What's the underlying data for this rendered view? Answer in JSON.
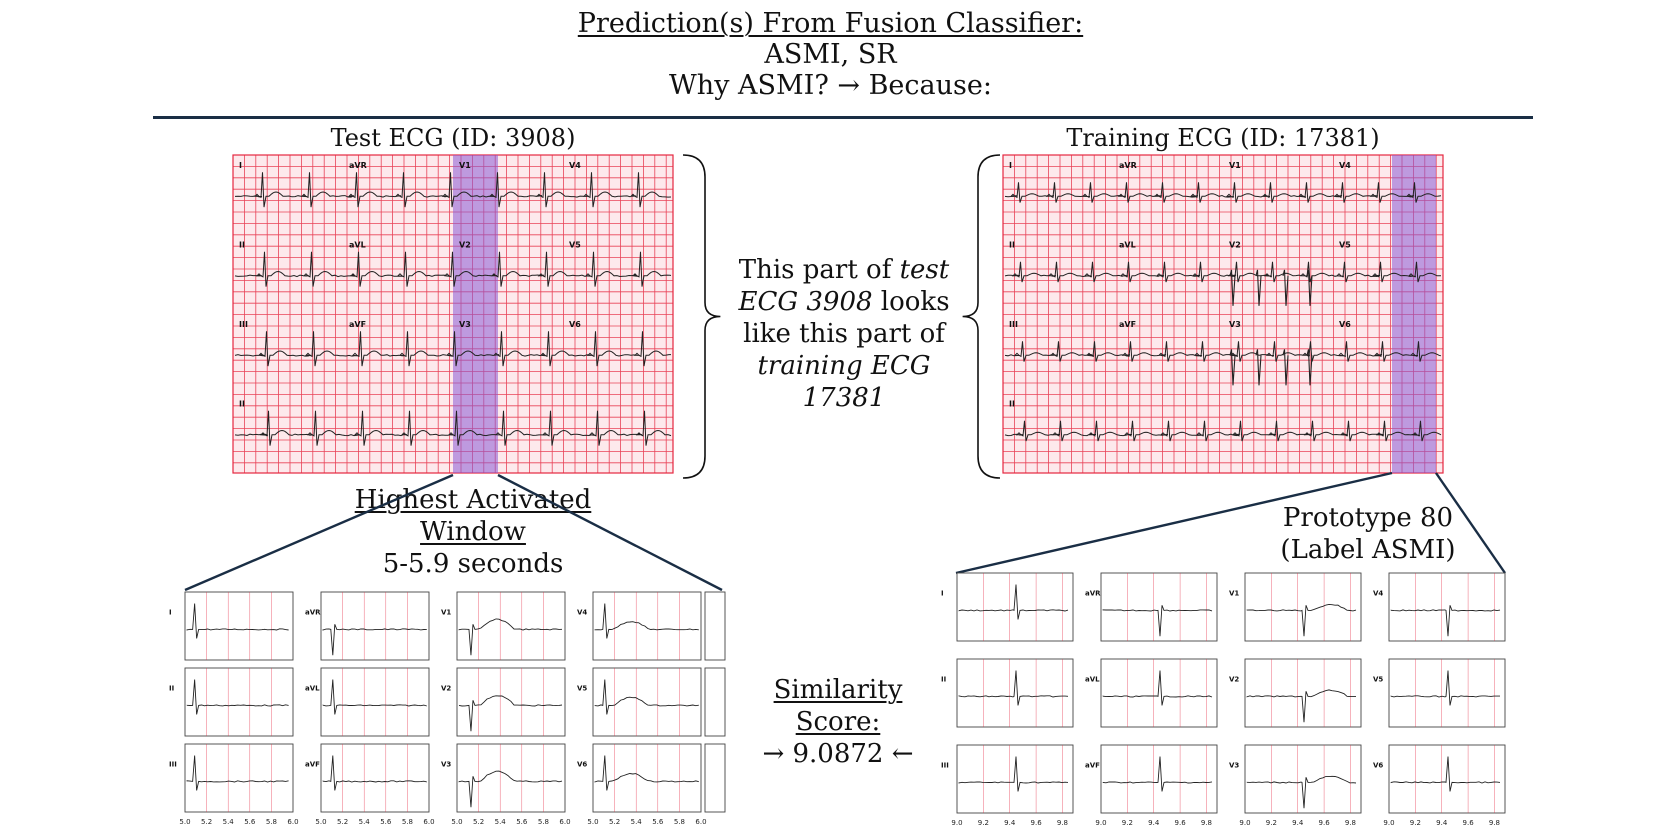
{
  "header": {
    "prediction_heading": "Prediction(s) From Fusion Classifier:",
    "predictions": "ASMI, SR",
    "why_line": "Why ASMI? → Because:"
  },
  "test_ecg": {
    "title": "Test ECG (ID: 3908)"
  },
  "training_ecg": {
    "title": "Training ECG (ID: 17381)"
  },
  "explanation": {
    "p1": "This part of ",
    "i1": "test ECG 3908",
    "p2": " looks like this part of ",
    "i2": "training ECG 17381"
  },
  "window": {
    "heading": "Highest Activated Window",
    "range": "5-5.9 seconds"
  },
  "prototype": {
    "line1": "Prototype 80",
    "line2": "(Label ASMI)"
  },
  "similarity": {
    "label": "Similarity Score:",
    "value": "→  9.0872 ←"
  },
  "ecg_leads": {
    "rows": [
      [
        "I",
        "aVR",
        "V1",
        "V4"
      ],
      [
        "II",
        "aVL",
        "V2",
        "V5"
      ],
      [
        "III",
        "aVF",
        "V3",
        "V6"
      ]
    ],
    "rhythm": "II"
  },
  "zoom_left": {
    "ticks": [
      "5.0",
      "5.2",
      "5.4",
      "5.6",
      "5.8",
      "6.0"
    ]
  },
  "zoom_right": {
    "ticks": [
      "9.0",
      "9.2",
      "9.4",
      "9.6",
      "9.8"
    ]
  },
  "colors": {
    "grid": "#e5273f",
    "grid_bg": "#fde9ec",
    "highlight": "#8a5ad6",
    "divider": "#1a2e45",
    "zoom_line": "#1a2e45"
  }
}
